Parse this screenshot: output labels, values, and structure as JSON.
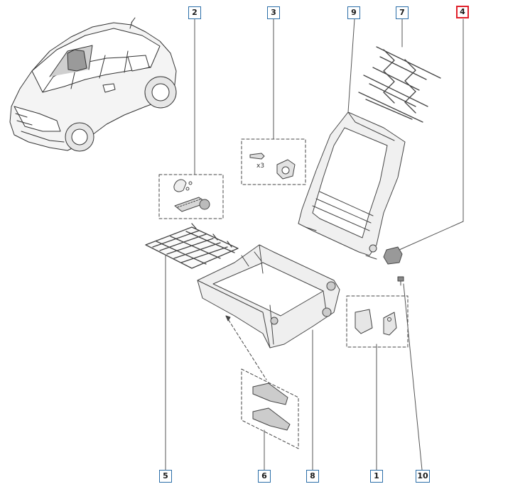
{
  "callouts": [
    {
      "id": "2",
      "active": false
    },
    {
      "id": "3",
      "active": false
    },
    {
      "id": "9",
      "active": false
    },
    {
      "id": "7",
      "active": false
    },
    {
      "id": "4",
      "active": true
    },
    {
      "id": "5",
      "active": false
    },
    {
      "id": "6",
      "active": false
    },
    {
      "id": "8",
      "active": false
    },
    {
      "id": "1",
      "active": false
    },
    {
      "id": "10",
      "active": false
    }
  ],
  "annotations": {
    "screw_qty": "x3"
  },
  "colors": {
    "callout_border": "#2b6ea8",
    "active_border": "#e0202a",
    "line": "#444444"
  }
}
